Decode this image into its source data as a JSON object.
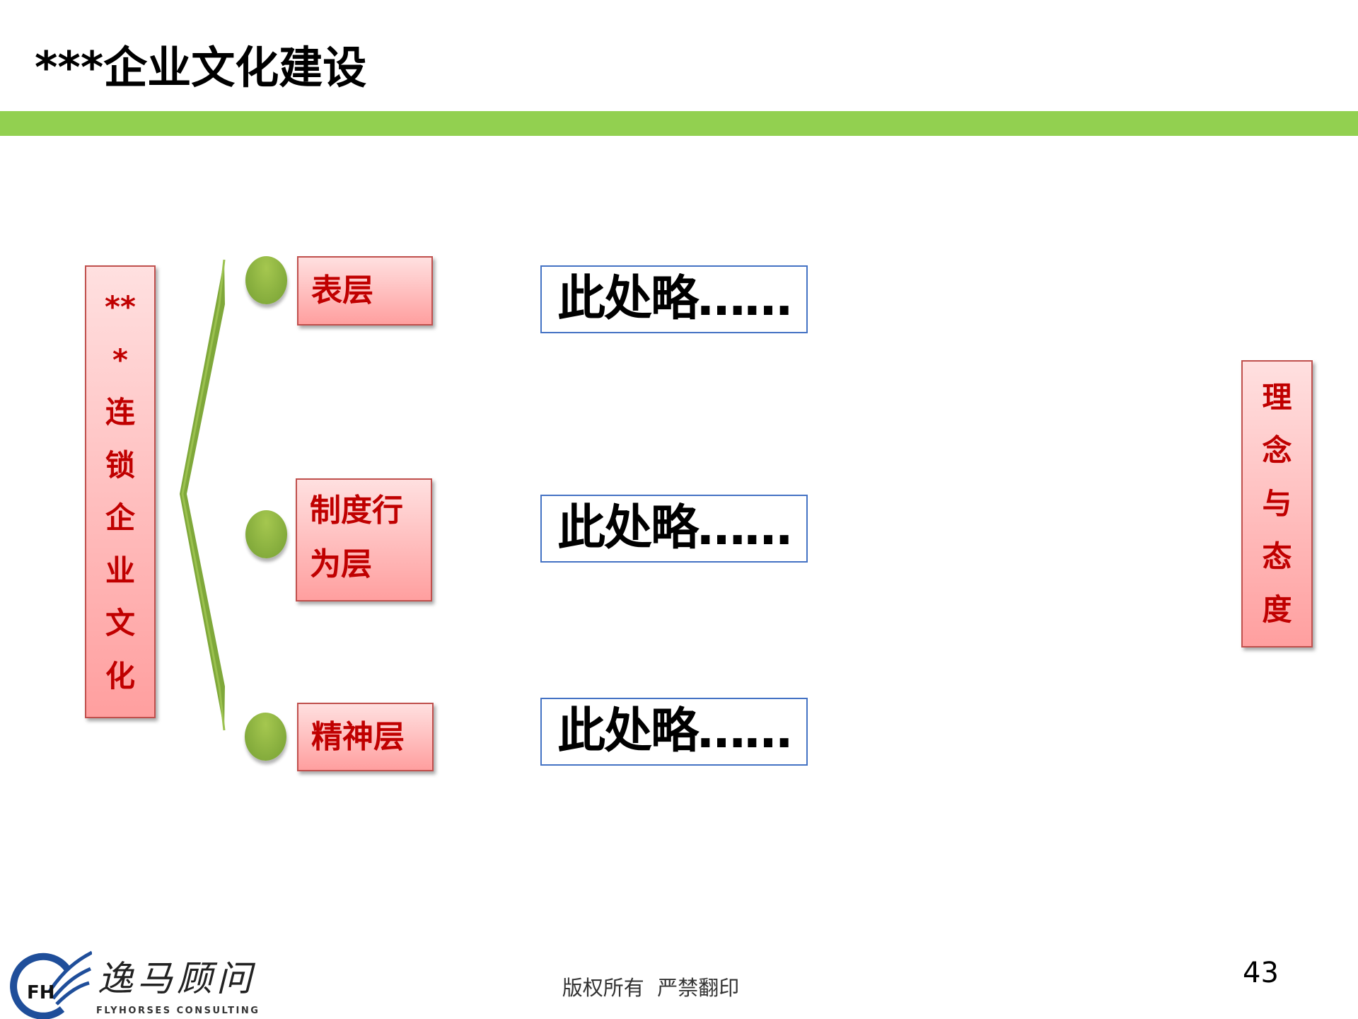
{
  "title": "***企业文化建设",
  "left_box": {
    "chars": [
      "**",
      "*",
      "连",
      "锁",
      "企",
      "业",
      "文",
      "化"
    ]
  },
  "layers": [
    {
      "label": "表层",
      "content": "此处略……"
    },
    {
      "label_lines": [
        "制度行",
        "为层"
      ],
      "content": "此处略……"
    },
    {
      "label": "精神层",
      "content": "此处略……"
    }
  ],
  "right_box": {
    "chars": [
      "理",
      "念",
      "与",
      "态",
      "度"
    ]
  },
  "footer": {
    "copyright": "版权所有  严禁翻印",
    "page_number": "43"
  },
  "logo": {
    "name_cn": "逸马顾问",
    "name_en": "FLYHORSES CONSULTING",
    "mark": "FH"
  },
  "colors": {
    "accent_green": "#92d050",
    "red_text": "#c00000",
    "box_border": "#c0504d",
    "blue_border": "#4472c4"
  }
}
